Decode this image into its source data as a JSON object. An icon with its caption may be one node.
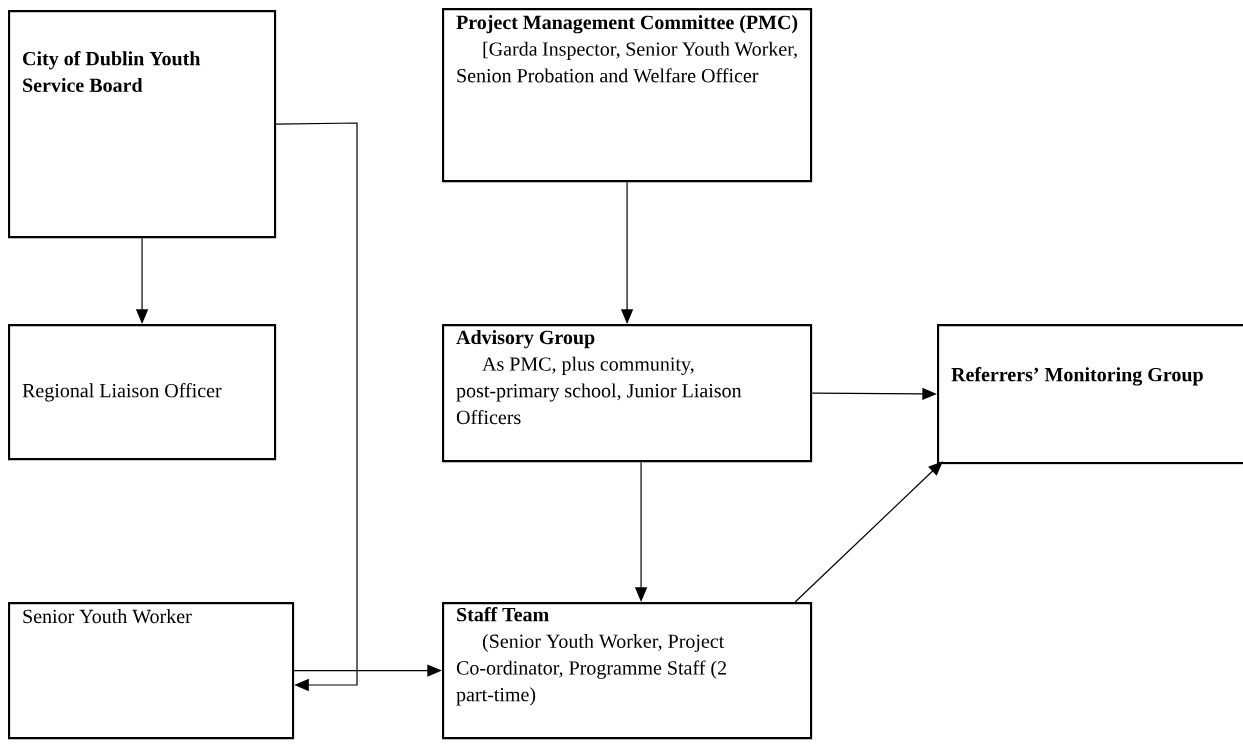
{
  "diagram": {
    "nodes": [
      {
        "text": [
          "City of Dublin Youth Service Board"
        ]
      },
      {
        "text": [
          "Project Management Committee (PMC)",
          "[Garda Inspector, Senior Youth Worker, Senion Probation and Welfare Officer"
        ]
      },
      {
        "text": [
          "Regional Liaison Officer"
        ]
      },
      {
        "text": [
          "Advisory Group",
          "As PMC, plus community, post-primary school, Junior Liaison Officers"
        ]
      },
      {
        "text": [
          "Referrers’ Monitoring Group"
        ]
      },
      {
        "text": [
          "Senior Youth Worker"
        ]
      },
      {
        "text": [
          "Staff Team",
          "(Senior Youth Worker, Project Co-ordinator, Programme Staff (2 part-time)"
        ]
      }
    ],
    "edges": [
      {
        "from": 0,
        "to": 2,
        "arrow": "to"
      },
      {
        "from": 0,
        "to": 5,
        "arrow": "to"
      },
      {
        "from": 1,
        "to": 3,
        "arrow": "to"
      },
      {
        "from": 3,
        "to": 4,
        "arrow": "to"
      },
      {
        "from": 3,
        "to": 6,
        "arrow": "to"
      },
      {
        "from": 5,
        "to": 6,
        "arrow": "to"
      },
      {
        "from": 6,
        "to": 4,
        "arrow": "to"
      }
    ]
  }
}
